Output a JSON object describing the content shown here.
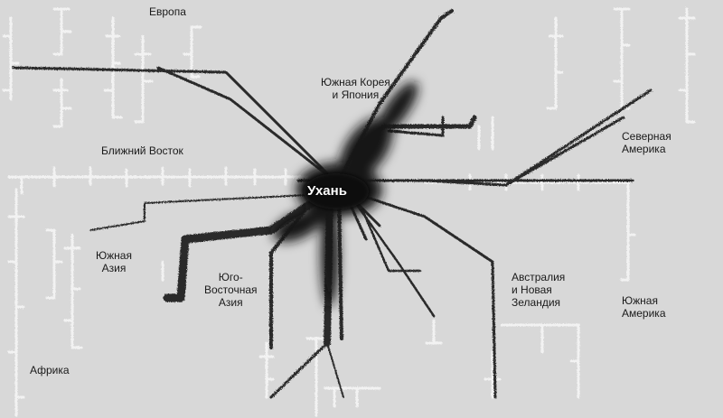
{
  "hub": "Ухань",
  "regions": [
    {
      "id": "europe",
      "text": "Европа"
    },
    {
      "id": "korea-japan",
      "text": "Южная Корея\nи Япония"
    },
    {
      "id": "middle-east",
      "text": "Ближний Восток"
    },
    {
      "id": "north-america",
      "text": "Северная\nАмерика"
    },
    {
      "id": "south-asia",
      "text": "Южная\nАзия"
    },
    {
      "id": "southeast-asia",
      "text": "Юго-\nВосточная\nАзия"
    },
    {
      "id": "australia-nz",
      "text": "Австралия\nи Новая\nЗеландия"
    },
    {
      "id": "south-america",
      "text": "Южная\nАмерика"
    },
    {
      "id": "africa",
      "text": "Африка"
    }
  ],
  "colors": {
    "background": "#d8d8d8",
    "network": "#2a2a2a",
    "branch": "#f2f2f2",
    "hub_blur": "#141414"
  }
}
